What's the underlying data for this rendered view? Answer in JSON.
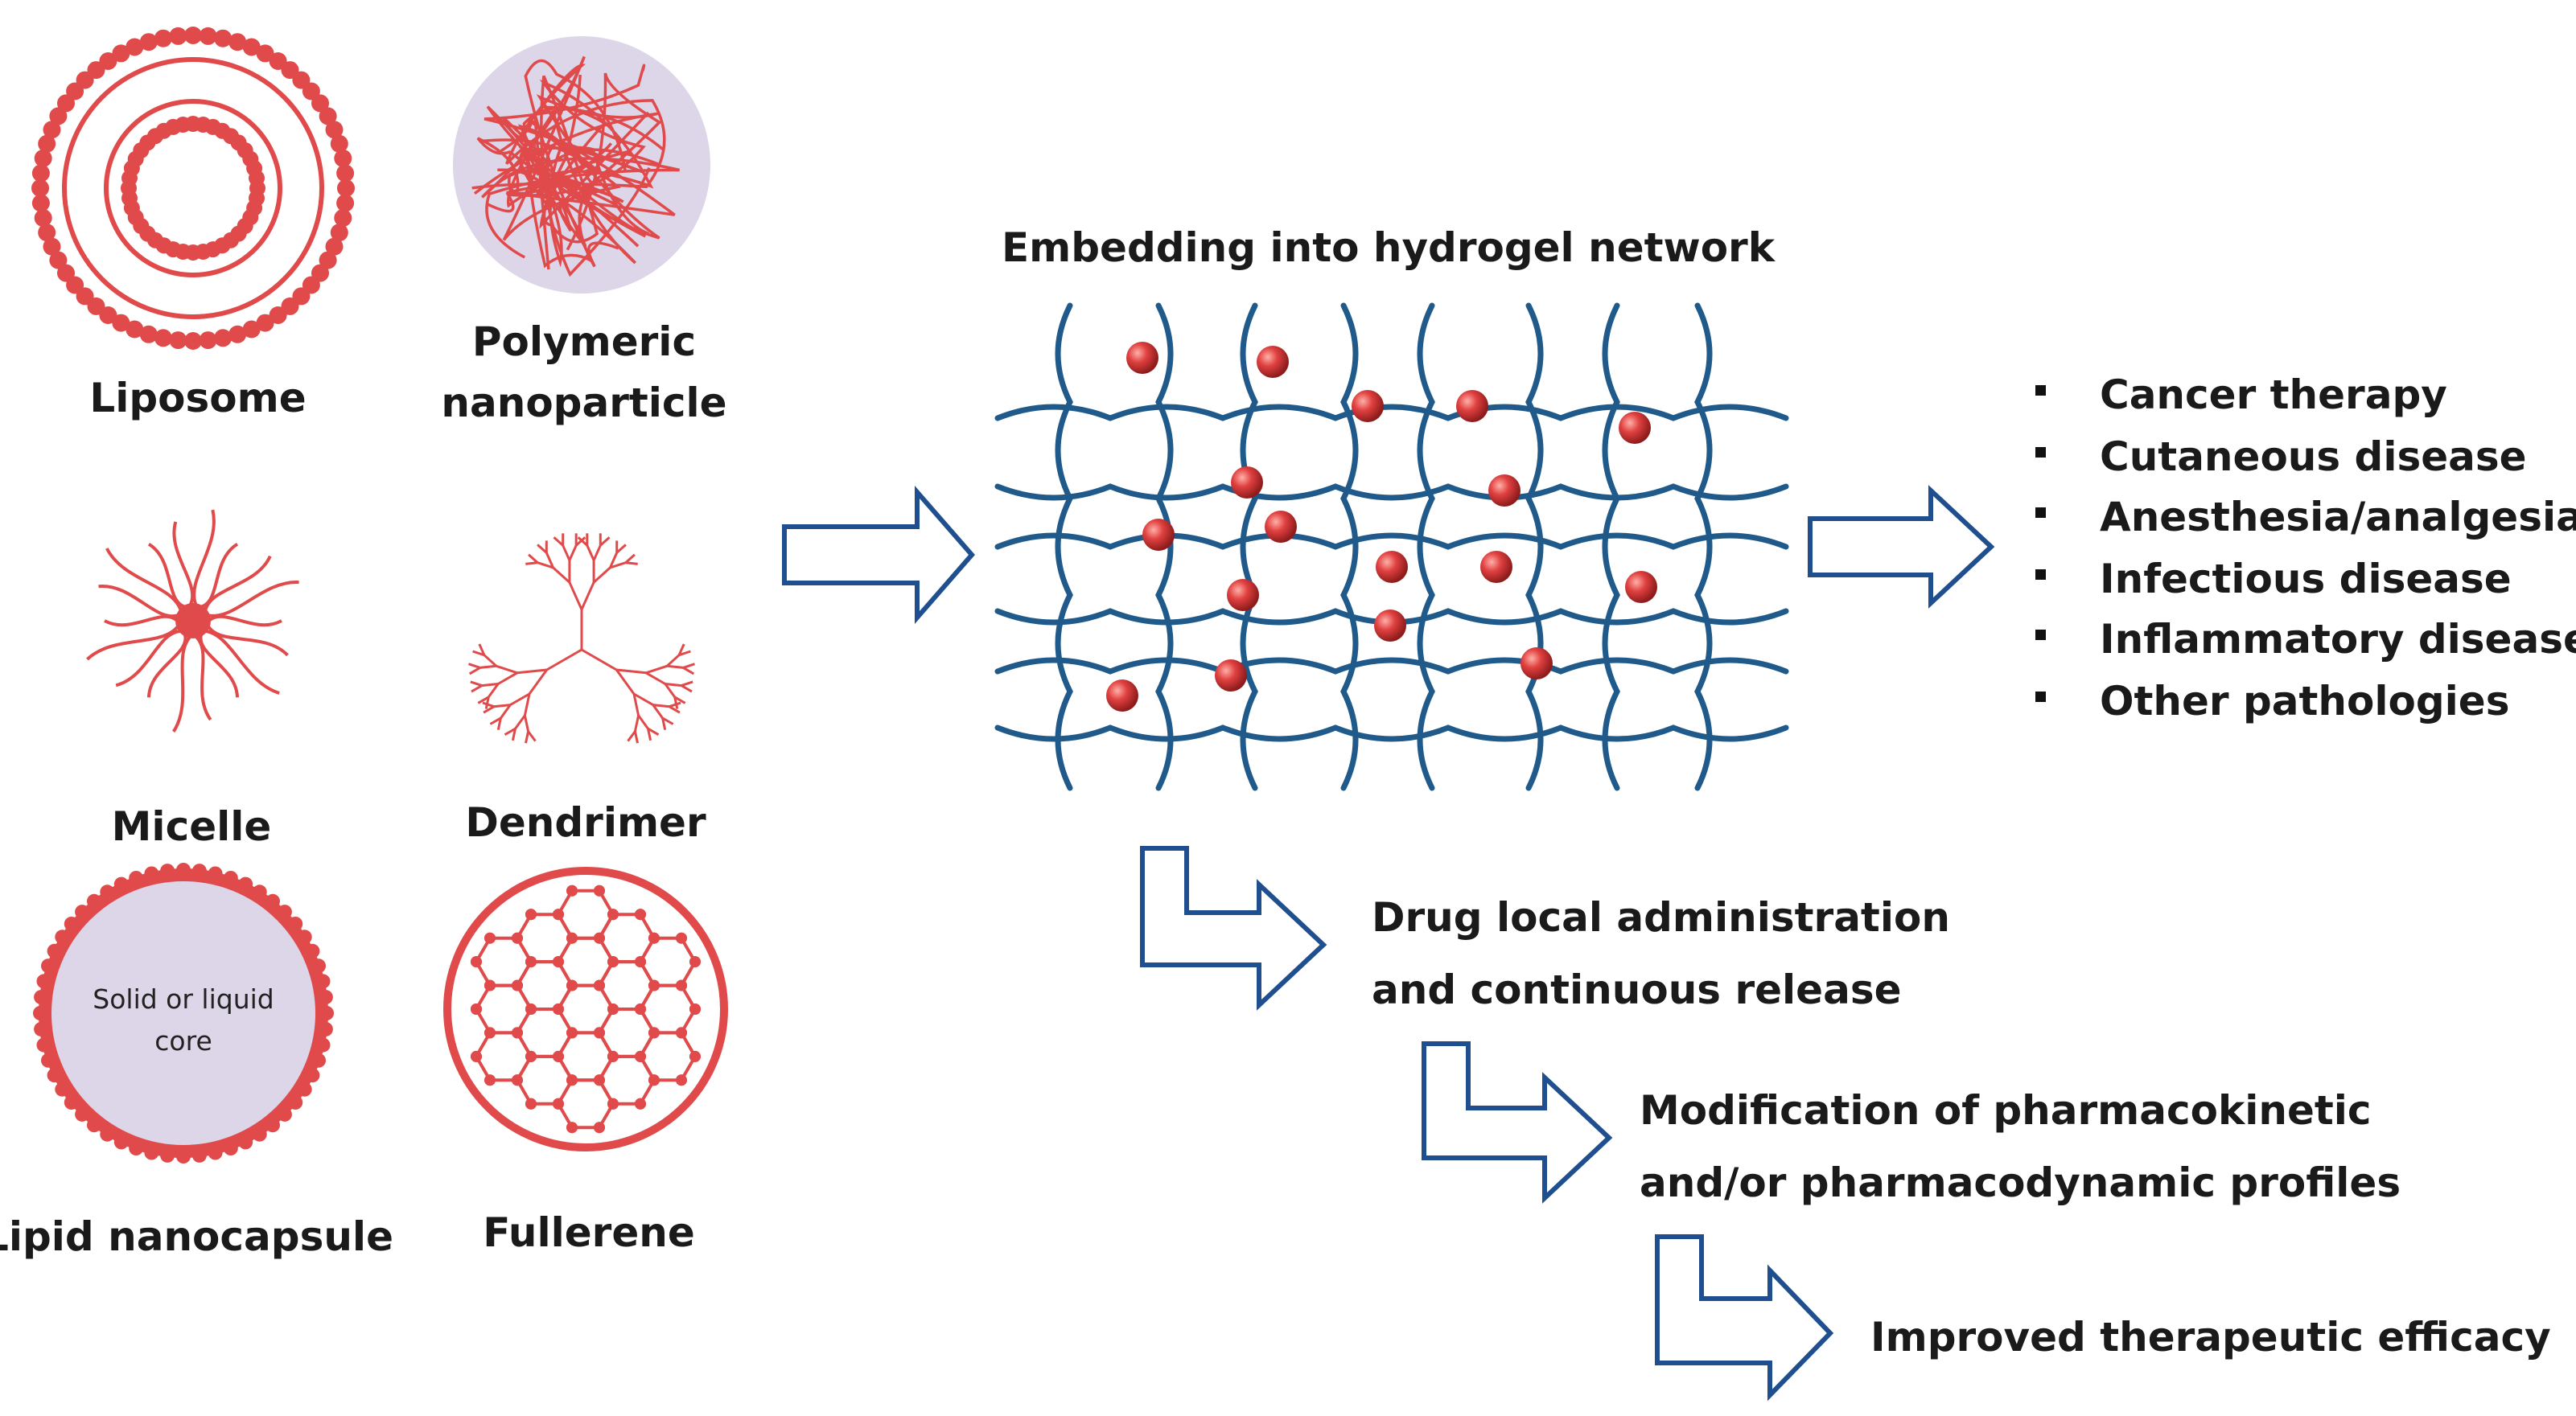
{
  "colors": {
    "nano_red": "#e04a4a",
    "nano_fill": "#dcd6e8",
    "network_blue": "#1f5a8a",
    "arrow_blue": "#1f4f8f",
    "text": "#1a1a1a"
  },
  "nanocarriers": {
    "liposome": "Liposome",
    "polymeric_1": "Polymeric",
    "polymeric_2": "nanoparticle",
    "micelle": "Micelle",
    "dendrimer": "Dendrimer",
    "lipid_nanocapsule": "Lipid nanocapsule",
    "core_1": "Solid or liquid",
    "core_2": "core",
    "fullerene": "Fullerene"
  },
  "hydrogel": {
    "title": "Embedding into hydrogel network"
  },
  "applications": [
    "Cancer therapy",
    "Cutaneous disease",
    "Anesthesia/analgesia",
    "Infectious disease",
    "Inflammatory disease",
    "Other pathologies"
  ],
  "outcomes": {
    "drug_1": "Drug local administration",
    "drug_2": "and continuous release",
    "mod_1": "Modification of pharmacokinetic",
    "mod_2": "and/or pharmacodynamic profiles",
    "improved": "Improved therapeutic efficacy"
  }
}
